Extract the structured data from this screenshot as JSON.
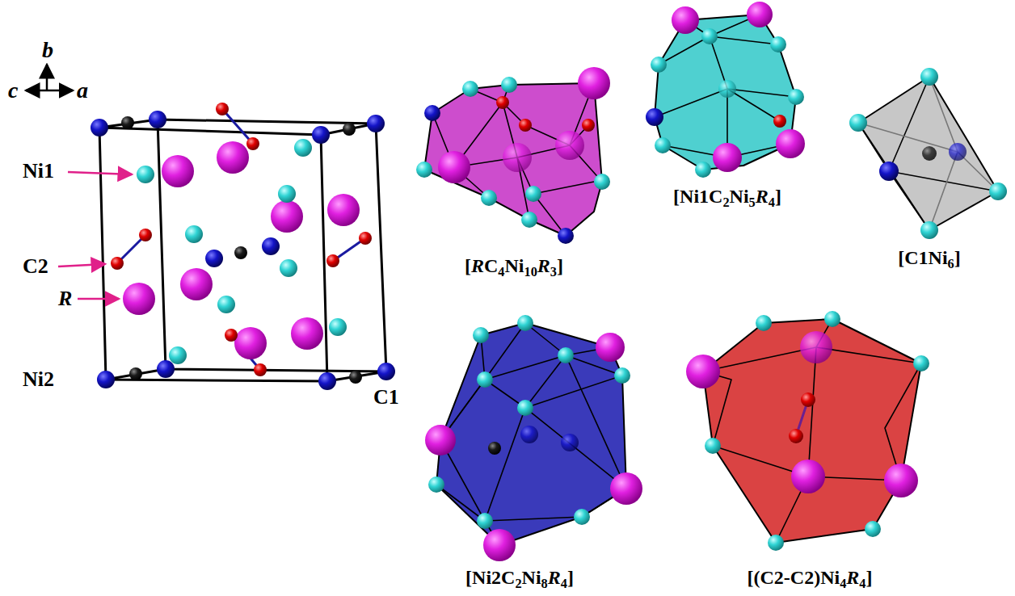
{
  "diagram": {
    "labels": [
      "b",
      "c",
      "a",
      "Ni1",
      "C2",
      "R",
      "Ni2",
      "C1",
      "[RC4Ni10R3]",
      "[Ni1C2Ni5R4]",
      "[C1Ni6]",
      "[Ni2C2Ni8R4]",
      "[(C2-C2)Ni4R4]"
    ]
  }
}
